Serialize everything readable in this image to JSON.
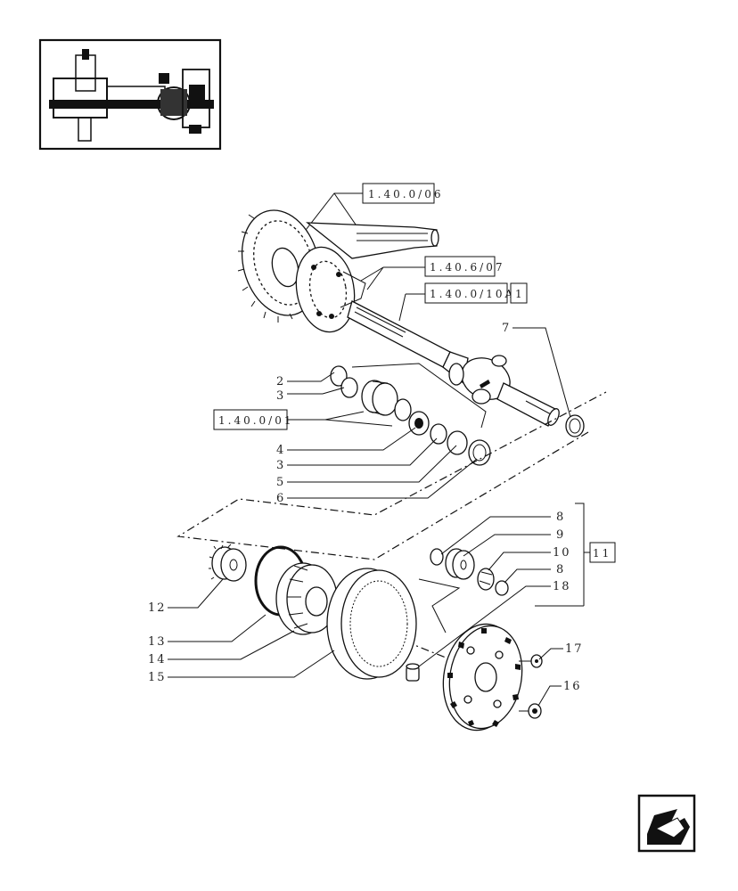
{
  "references": {
    "ref_1": "1.40.0/06",
    "ref_2": "1.40.6/07",
    "ref_3": "1.40.0/10A",
    "ref_3_box": "1",
    "ref_4": "1.40.0/01",
    "ref_5": "11"
  },
  "callouts": {
    "c2": "2",
    "c3a": "3",
    "c4": "4",
    "c3b": "3",
    "c5": "5",
    "c6": "6",
    "c7": "7",
    "c8a": "8",
    "c9": "9",
    "c10": "10",
    "c8b": "8",
    "c18": "18",
    "c12": "12",
    "c13": "13",
    "c14": "14",
    "c15": "15",
    "c17": "17",
    "c16": "16"
  },
  "icons": {
    "thumbnail": "axle-assembly-thumbnail",
    "nav": "previous-page-arrow-icon"
  }
}
